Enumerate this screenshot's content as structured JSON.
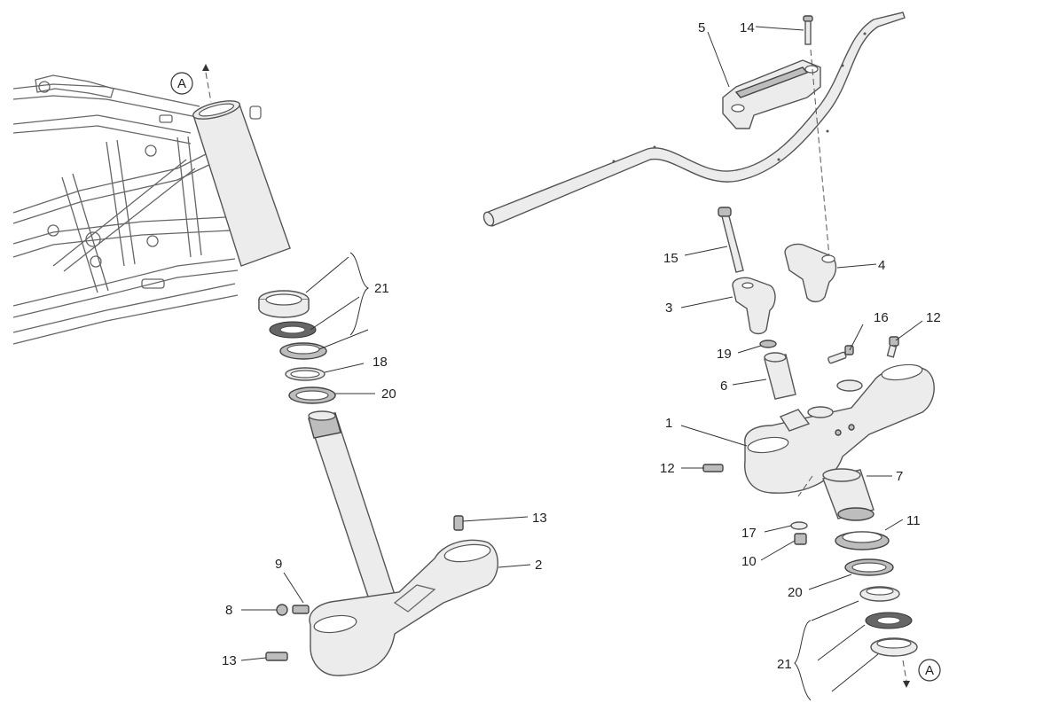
{
  "diagram": {
    "ref_marker_left": "A",
    "ref_marker_right": "A",
    "callouts": {
      "c1": "1",
      "c2": "2",
      "c3": "3",
      "c4": "4",
      "c5": "5",
      "c6": "6",
      "c7": "7",
      "c8": "8",
      "c9": "9",
      "c10": "10",
      "c11": "11",
      "c12a": "12",
      "c12b": "12",
      "c13a": "13",
      "c13b": "13",
      "c14": "14",
      "c15": "15",
      "c16": "16",
      "c17": "17",
      "c18": "18",
      "c19": "19",
      "c20a": "20",
      "c20b": "20",
      "c21a": "21",
      "c21b": "21"
    }
  }
}
